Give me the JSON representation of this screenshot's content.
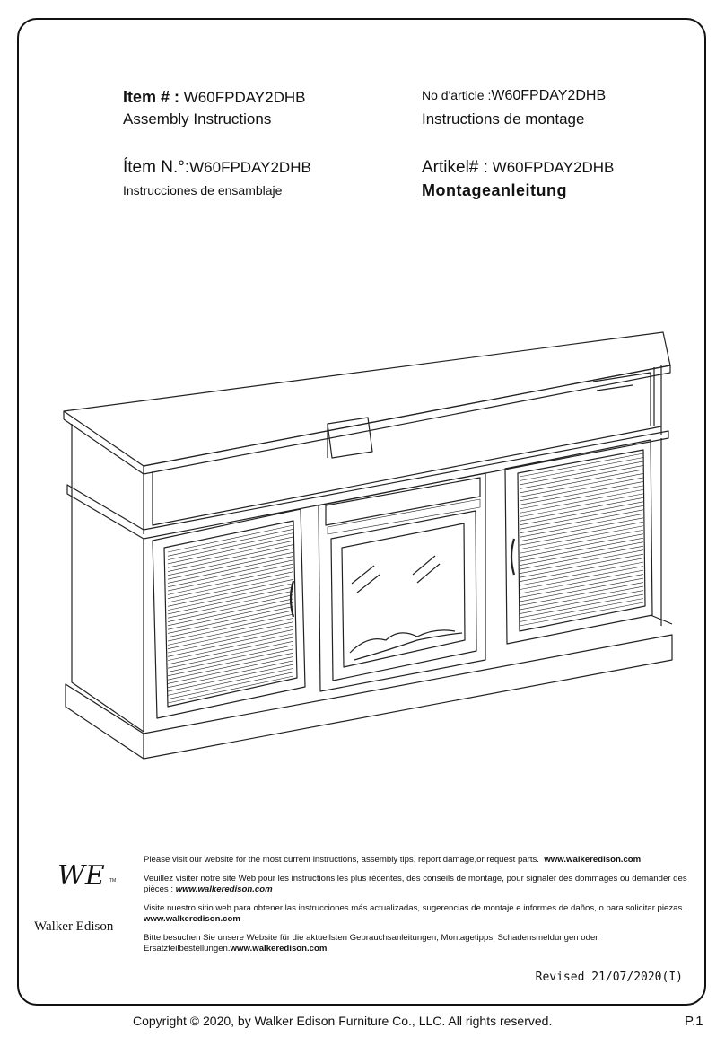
{
  "header": {
    "en_label": "Item # :",
    "en_number": "W60FPDAY2DHB",
    "en_title": "Assembly  Instructions",
    "fr_label": "No d'article :",
    "fr_number": "W60FPDAY2DHB",
    "fr_title": "Instructions de montage",
    "es_label": "Ítem N.°:",
    "es_number": "W60FPDAY2DHB",
    "es_title": "Instrucciones de ensamblaje",
    "de_label": "Artikel# :",
    "de_number": "W60FPDAY2DHB",
    "de_title": "Montageanleitung"
  },
  "illustration": {
    "icon": "fireplace-tv-stand-illustration"
  },
  "footer": {
    "en_text": "Please visit our website for the most current instructions, assembly tips, report damage,or request parts.",
    "en_url": "www.walkeredison.com",
    "fr_text": "Veuillez visiter notre site Web pour les instructions les plus récentes, des conseils de montage, pour signaler des dommages ou demander des pièces :",
    "fr_url": "www.walkeredison.com",
    "es_text": "Visite nuestro sitio web para obtener las instrucciones más actualizadas, sugerencias de montaje e informes de daños, o para solicitar piezas.",
    "es_url": "www.walkeredison.com",
    "de_text": "Bitte besuchen Sie unsere Website für die aktuellsten Gebrauchsanleitungen, Montagetipps, Schadensmeldungen oder Ersatzteilbestellungen.",
    "de_url": "www.walkeredison.com"
  },
  "logo": {
    "icon": "walker-edison-logo",
    "brand": "Walker Edison",
    "mark": "WE",
    "tm": "TM"
  },
  "revised": "Revised 21/07/2020(I)",
  "copyright": "Copyright  © 2020, by Walker Edison Furniture Co., LLC. All rights reserved.",
  "page_number": "P.1"
}
